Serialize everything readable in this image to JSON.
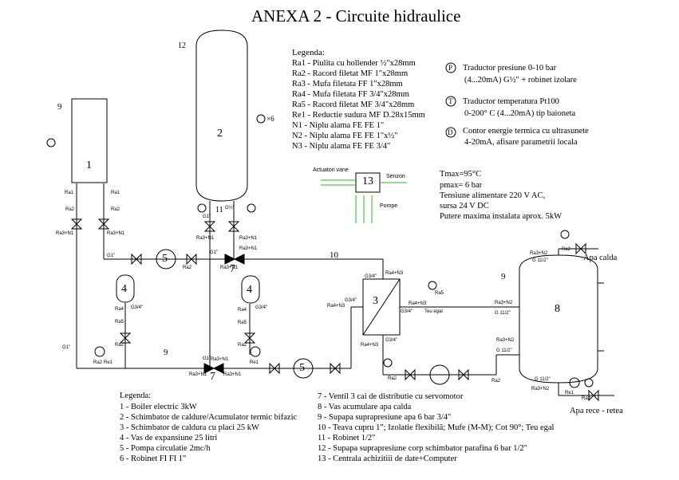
{
  "title": "ANEXA 2 - Circuite hidraulice",
  "legend_top": {
    "heading": "Legenda:",
    "items": [
      "Ra1 - Piulita cu hollender ½\"x28mm",
      "Ra2 - Racord filetat MF 1\"x28mm",
      "Ra3 - Mufa filetata FF 1\"x28mm",
      "Ra4 - Mufa filetata FF 3/4\"x28mm",
      "Ra5 - Racord filetat MF 3/4\"x28mm",
      "Re1 - Reductie sudura MF D.28x15mm",
      "N1 - Niplu alama FE FE 1\"",
      "N2 - Niplu alama FE FE 1\"x½\"",
      "N3 - Niplu alama FE FE 3/4\""
    ]
  },
  "symbol_legend": [
    {
      "symbol": "P",
      "lines": [
        "Traductor presiune 0-10 bar",
        "(4...20mA) G½\" + robinet izolare"
      ]
    },
    {
      "symbol": "T",
      "lines": [
        "Traductor temperatura Pt100",
        "0-200° C (4...20mA) tip baioneta"
      ]
    },
    {
      "symbol": "D",
      "lines": [
        "Contor energie termica cu ultrasunete",
        "4-20mA, afisare parametrii locala"
      ]
    }
  ],
  "specs": [
    "Tmax=95°C",
    "pmax= 6 bar",
    "Tensiune alimentare 220 V AC,",
    "sursa 24 V DC",
    "Putere maxima instalata aprox. 5kW"
  ],
  "daq": {
    "number": "13",
    "actuators": "Actuatori vane",
    "sensors": "Senzori",
    "pumps": "Pompe"
  },
  "legend_bottom": {
    "heading": "Legenda:",
    "left": [
      "1 - Boiler electric 3kW",
      "2 - Schimbator de caldure/Acumulator termic bifazic",
      "3 - Schimbator de caldura cu placi 25 kW",
      "4 - Vas de expansiune 25 litri",
      "5 - Pompa circulatie 2mc/h",
      "6 - Robinet FI FI 1\""
    ],
    "right": [
      "7 - Ventil 3 cai de distributie cu servomotor",
      "8 - Vas acumulare apa calda",
      "9 - Supapa suprapresiune apa 6 bar 3/4\"",
      "10 - Teava cupru 1\"; Izolatie flexibilă; Mufe (M-M); Cot 90°; Teu egal",
      "11 - Robinet 1/2\"",
      "12 - Supapa suprapresiune corp schimbator parafina 6 bar 1/2\"",
      "13 - Centrala achizitiii de date+Computer"
    ]
  },
  "components": {
    "c1": "1",
    "c2": "2",
    "c3": "3",
    "c4a": "4",
    "c4b": "4",
    "c5a": "5",
    "c5b": "5",
    "c8": "8",
    "c10": "10",
    "c9a": "9",
    "c9b": "9",
    "c9c": "9",
    "c11": "11",
    "c12": "12",
    "c7a": "7",
    "c7b": "7",
    "t6": "×6"
  },
  "outlets": {
    "hot": "Apa calda",
    "cold": "Apa rece - retea"
  },
  "small_labels": {
    "ra1": "Ra1",
    "ra2": "Ra2",
    "ra3": "Ra3",
    "ra4": "Ra4",
    "ra5": "Ra5",
    "re1": "Re1",
    "ra3n1": "Ra3+N1",
    "ra4n3": "Ra4+N3",
    "ra3n2": "Ra3+N2",
    "g1": "G1\"",
    "g34": "G3/4\"",
    "g112": "G 11/2\"",
    "g12": "G½\"",
    "teu": "Teu egal"
  }
}
